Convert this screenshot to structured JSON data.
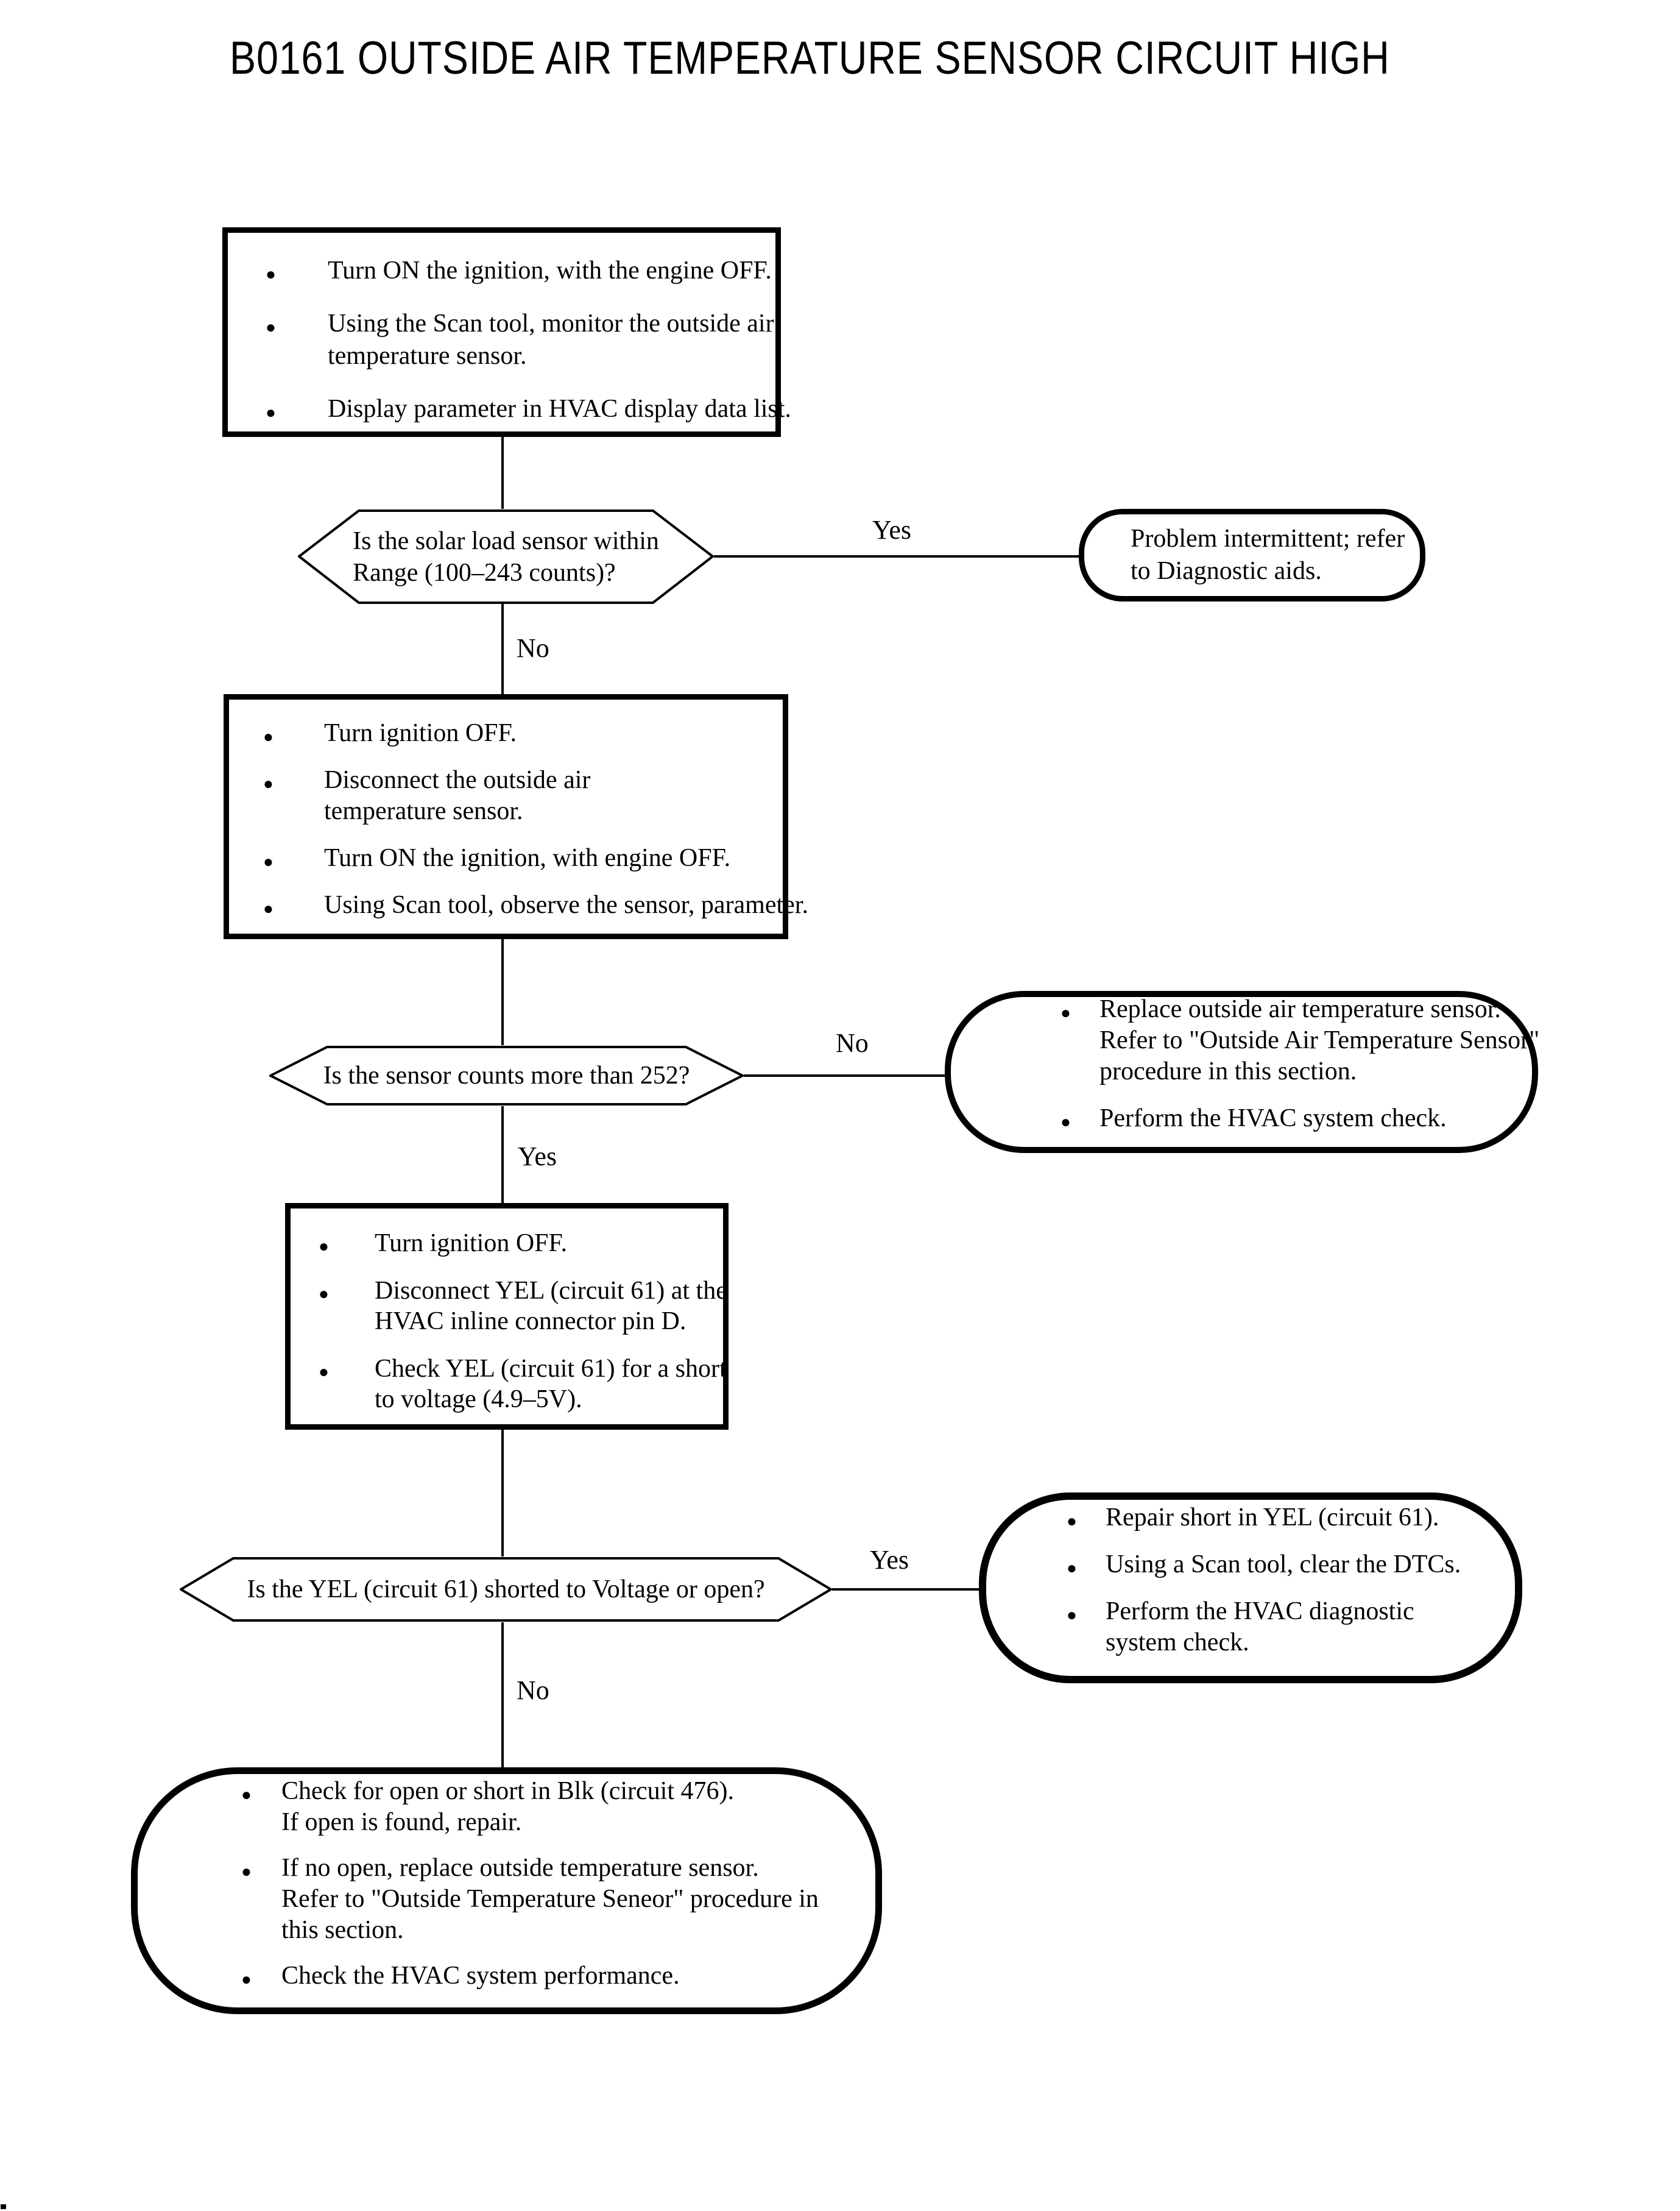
{
  "page": {
    "background": "#ffffff",
    "ink": "#000000"
  },
  "title": "B0161 OUTSIDE AIR TEMPERATURE SENSOR CIRCUIT HIGH",
  "labels": {
    "yes": "Yes",
    "no": "No"
  },
  "nodes": {
    "step1": {
      "type": "process",
      "bullets": [
        [
          "Turn ON the ignition, with the engine OFF."
        ],
        [
          "Using the Scan tool, monitor the outside air",
          "temperature sensor."
        ],
        [
          "Display parameter in HVAC display data list."
        ]
      ]
    },
    "decision_solar": {
      "type": "decision",
      "lines": [
        "Is the solar load sensor within",
        "Range (100–243 counts)?"
      ]
    },
    "terminal_intermittent": {
      "type": "terminal",
      "lines": [
        "Problem intermittent; refer",
        "to Diagnostic aids."
      ]
    },
    "step2": {
      "type": "process",
      "bullets": [
        [
          "Turn ignition OFF."
        ],
        [
          "Disconnect the outside air",
          "temperature sensor."
        ],
        [
          "Turn ON the ignition, with engine OFF."
        ],
        [
          "Using Scan tool, observe the sensor, parameter."
        ]
      ]
    },
    "decision_counts": {
      "type": "decision",
      "lines": [
        "Is the sensor counts more than 252?"
      ]
    },
    "terminal_replace": {
      "type": "terminal",
      "bullets": [
        [
          "Replace outside air temperature sensor.",
          "Refer to \"Outside Air Temperature Sensor\"",
          "procedure in this section."
        ],
        [
          "Perform the HVAC system check."
        ]
      ]
    },
    "step3": {
      "type": "process",
      "bullets": [
        [
          "Turn ignition OFF."
        ],
        [
          "Disconnect YEL (circuit 61) at the",
          "HVAC inline connector pin D."
        ],
        [
          "Check YEL (circuit 61) for a short",
          "to voltage (4.9–5V)."
        ]
      ]
    },
    "decision_short": {
      "type": "decision",
      "lines": [
        "Is the YEL (circuit 61) shorted to Voltage or open?"
      ]
    },
    "terminal_repair": {
      "type": "terminal",
      "bullets": [
        [
          "Repair short in YEL (circuit 61)."
        ],
        [
          "Using a Scan tool, clear the DTCs."
        ],
        [
          "Perform the HVAC diagnostic",
          "system check."
        ]
      ]
    },
    "terminal_ground": {
      "type": "terminal",
      "bullets": [
        [
          "Check for open or short in Blk (circuit 476).",
          "If open is found, repair."
        ],
        [
          "If no open, replace outside temperature sensor.",
          "Refer to \"Outside Temperature Seneor\" procedure in",
          "this section."
        ],
        [
          "Check the HVAC system performance."
        ]
      ]
    }
  }
}
